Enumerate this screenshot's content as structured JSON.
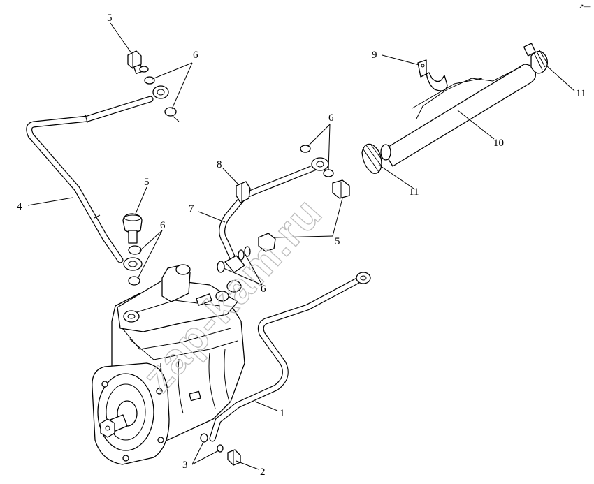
{
  "corner_mark": "↗—",
  "watermark": "zap-kam.ru",
  "callouts": [
    {
      "id": "c5a",
      "label": "5"
    },
    {
      "id": "c6a",
      "label": "6"
    },
    {
      "id": "c4",
      "label": "4"
    },
    {
      "id": "c5b",
      "label": "5"
    },
    {
      "id": "c6b",
      "label": "6"
    },
    {
      "id": "c8",
      "label": "8"
    },
    {
      "id": "c7",
      "label": "7"
    },
    {
      "id": "c6c",
      "label": "6"
    },
    {
      "id": "c5c",
      "label": "5"
    },
    {
      "id": "c6d",
      "label": "6"
    },
    {
      "id": "c9",
      "label": "9"
    },
    {
      "id": "c10",
      "label": "10"
    },
    {
      "id": "c11a",
      "label": "11"
    },
    {
      "id": "c11b",
      "label": "11"
    },
    {
      "id": "c1",
      "label": "1"
    },
    {
      "id": "c2",
      "label": "2"
    },
    {
      "id": "c3",
      "label": "3"
    }
  ]
}
